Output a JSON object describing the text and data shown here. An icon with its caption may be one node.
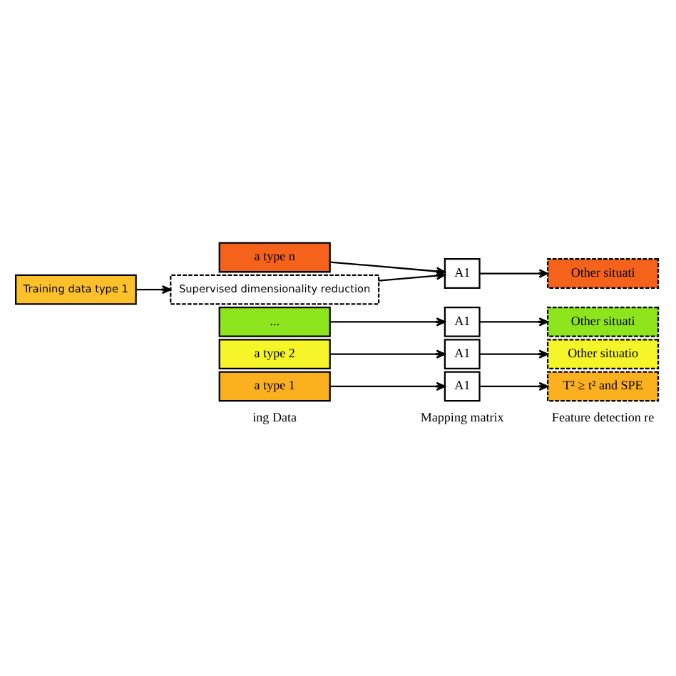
{
  "diagram": {
    "nodes": [
      {
        "text": [
          "a type 1"
        ]
      },
      {
        "text": [
          "a type 2"
        ]
      },
      {
        "text": [
          "..."
        ]
      },
      {
        "text": [
          "a type n"
        ]
      },
      {
        "text": [
          "A1"
        ]
      },
      {
        "text": [
          "A1"
        ]
      },
      {
        "text": [
          "A1"
        ]
      },
      {
        "text": [
          "A1"
        ]
      },
      {
        "text": [
          "T² ≥ t² and SPE"
        ]
      },
      {
        "text": [
          "Other situatio"
        ]
      },
      {
        "text": [
          "Other situati"
        ]
      },
      {
        "text": [
          "Other situati"
        ]
      },
      {
        "text": [
          "Supervised dimensionality reduction"
        ]
      },
      {
        "text": [
          "Training data type 1"
        ]
      }
    ],
    "edges": [
      {
        "from": 0,
        "to": 4,
        "arrow": "to"
      },
      {
        "from": 1,
        "to": 5,
        "arrow": "to"
      },
      {
        "from": 2,
        "to": 6,
        "arrow": "to"
      },
      {
        "from": 3,
        "to": 7,
        "arrow": "to"
      },
      {
        "from": 4,
        "to": 8,
        "arrow": "to"
      },
      {
        "from": 5,
        "to": 9,
        "arrow": "to"
      },
      {
        "from": 6,
        "to": 10,
        "arrow": "to"
      },
      {
        "from": 7,
        "to": 11,
        "arrow": "to"
      },
      {
        "from": 13,
        "to": 12,
        "arrow": "to"
      },
      {
        "from": 12,
        "to": 7,
        "arrow": "to"
      }
    ],
    "labels": [
      "Mapping matrix",
      "Feature detection re",
      "ing Data"
    ]
  }
}
